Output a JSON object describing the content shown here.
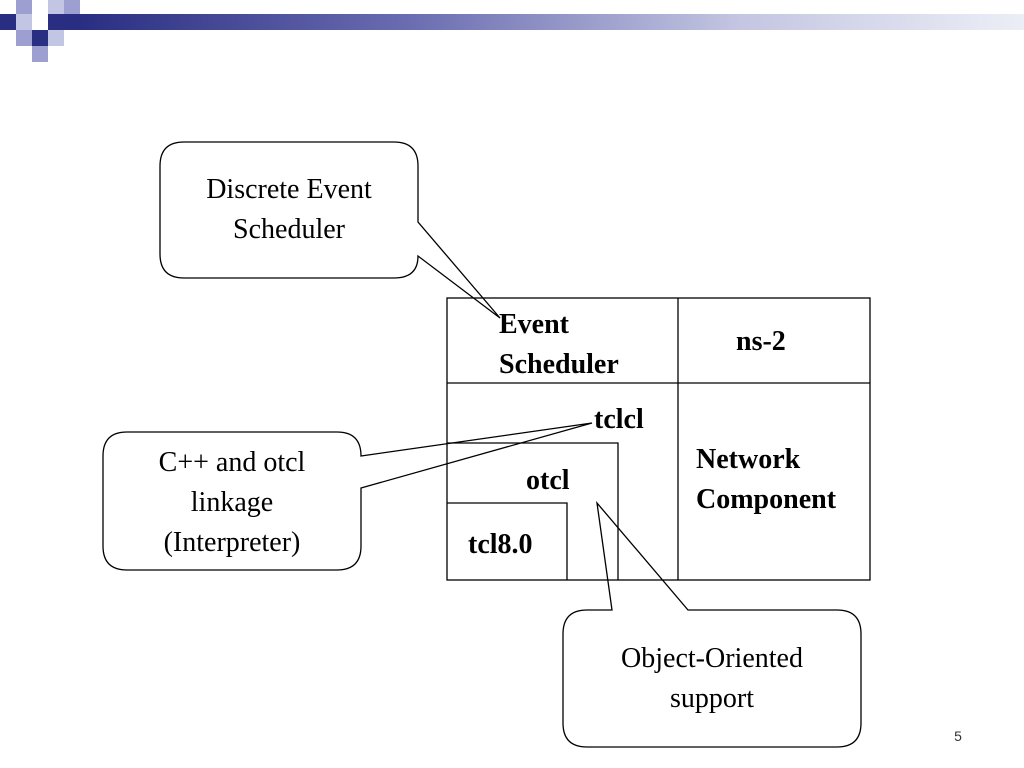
{
  "colors": {
    "header_dark": "#2a2e82",
    "header_light": "#9c9fd0",
    "outline": "#000000",
    "background": "#ffffff"
  },
  "callouts": {
    "scheduler": {
      "line1": "Discrete Event",
      "line2": "Scheduler"
    },
    "linkage": {
      "line1": "C++ and otcl",
      "line2": "linkage",
      "line3": "(Interpreter)"
    },
    "object_oriented": {
      "line1": "Object-Oriented",
      "line2": "support"
    }
  },
  "architecture": {
    "event_scheduler": {
      "line1": "Event",
      "line2": "Scheduler"
    },
    "ns2": "ns-2",
    "tclcl": "tclcl",
    "otcl": "otcl",
    "tcl80": "tcl8.0",
    "network_component": {
      "line1": "Network",
      "line2": "Component"
    }
  },
  "slide": {
    "number": "5"
  }
}
